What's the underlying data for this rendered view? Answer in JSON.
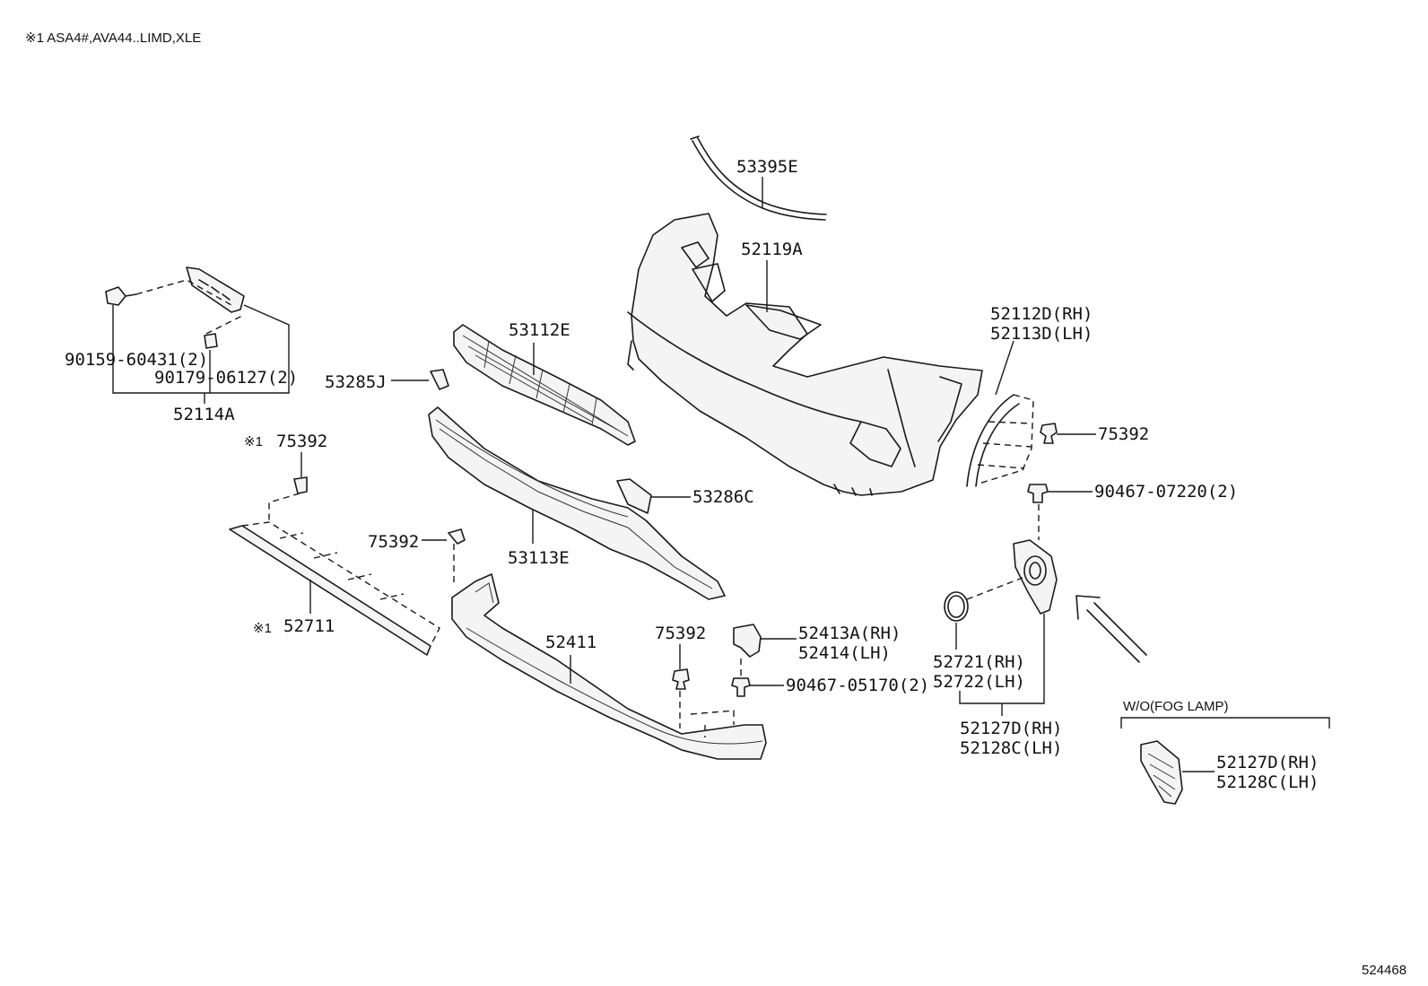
{
  "note": "※1 ASA4#,AVA44..LIMD,XLE",
  "image_id": "524468",
  "labels": {
    "l53395E": "53395E",
    "l52119A": "52119A",
    "l53112E": "53112E",
    "l53285J": "53285J",
    "l52112D": "52112D(RH)",
    "l52113D": "52113D(LH)",
    "l75392_right": "75392",
    "l90467_07220": "90467-07220(2)",
    "l90159": "90159-60431(2)",
    "l90179": "90179-06127(2)",
    "l52114A": "52114A",
    "l75392_star": "75392",
    "l53286C": "53286C",
    "l75392_mid": "75392",
    "l53113E": "53113E",
    "l52711": "52711",
    "l52411": "52411",
    "l75392_low": "75392",
    "l52413A": "52413A(RH)",
    "l52414": "52414(LH)",
    "l90467_05170": "90467-05170(2)",
    "l52721": "52721(RH)",
    "l52722": "52722(LH)",
    "l52127D_a": "52127D(RH)",
    "l52128C_a": "52128C(LH)",
    "wo_fog": "W/O(FOG LAMP)",
    "l52127D_b": "52127D(RH)",
    "l52128C_b": "52128C(LH)",
    "star1": "※1",
    "star2": "※1"
  }
}
